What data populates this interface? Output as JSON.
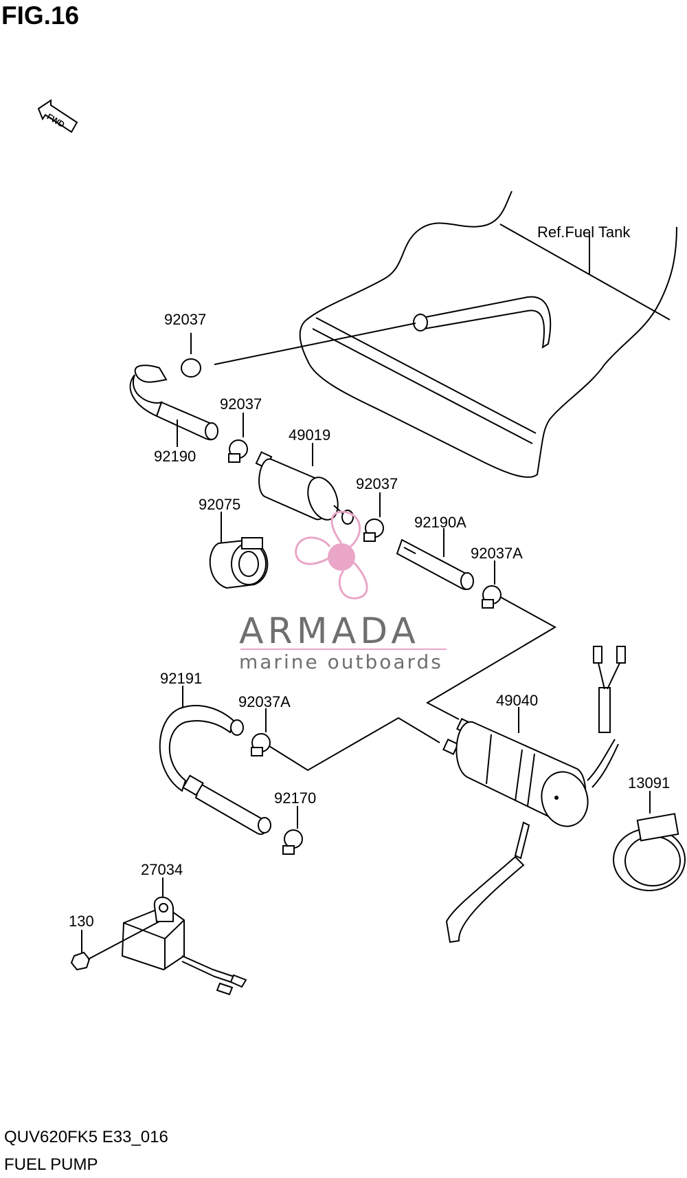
{
  "figure": {
    "title": "FIG.16",
    "model_code": "QUV620FK5 E33_016",
    "section_name": "FUEL PUMP",
    "fwd_label": "FWD",
    "ref_label": "Ref.Fuel Tank"
  },
  "callouts": [
    "92037",
    "92037",
    "92190",
    "49019",
    "92037",
    "92075",
    "92190A",
    "92037A",
    "92191",
    "92037A",
    "49040",
    "13091",
    "92170",
    "27034",
    "130"
  ],
  "watermark": {
    "name": "ARMADA",
    "tagline": "marine outboards",
    "accent": "#e9a6c7",
    "text_color": "#6f6f6f"
  }
}
